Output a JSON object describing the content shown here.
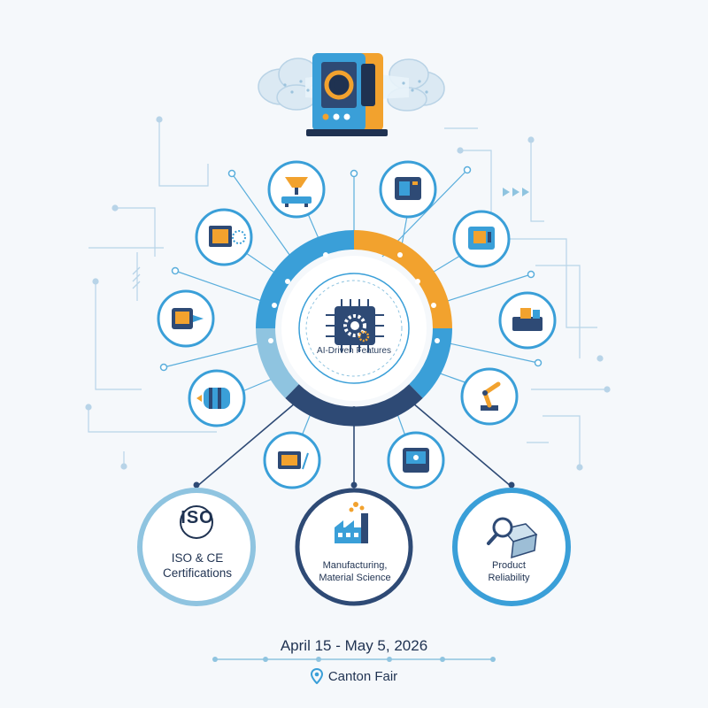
{
  "center": {
    "label": "AI-Driven Features"
  },
  "pillars": [
    {
      "name": "certifications",
      "badge": "ISO",
      "label_line1": "ISO & CE",
      "label_line2": "Certifications",
      "icon": "iso-badge-icon"
    },
    {
      "name": "manufacturing",
      "label_line1": "Manufacturing,",
      "label_line2": "Material Science",
      "icon": "factory-icon"
    },
    {
      "name": "reliability",
      "label_line1": "Product",
      "label_line2": "Reliability",
      "icon": "magnifier-box-icon"
    }
  ],
  "event": {
    "dates": "April 15 - May 5, 2026",
    "venue": "Canton Fair",
    "venue_icon": "location-pin-icon"
  },
  "colors": {
    "light_blue": "#3a9fd8",
    "orange": "#f2a22e",
    "navy": "#2e4a75",
    "pale_blue": "#8fc4e0"
  },
  "satellite_icons": [
    "machine-vision-icon",
    "filter-press-icon",
    "control-panel-icon",
    "chip-monitor-icon",
    "cutting-tool-icon",
    "robot-arm-icon",
    "drum-motor-icon",
    "industrial-machine-icon",
    "drawing-tablet-icon",
    "cnc-display-icon",
    "processor-board-icon",
    "dispenser-icon"
  ],
  "hero_icon": "air-purifier-icon"
}
